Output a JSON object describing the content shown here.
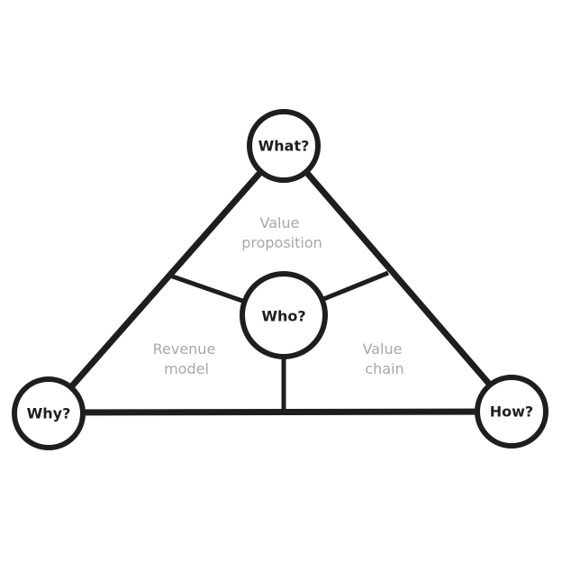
{
  "nodes": {
    "top": "What?",
    "center": "Who?",
    "left": "Why?",
    "right": "How?"
  },
  "regions": {
    "top": [
      "Value",
      "proposition"
    ],
    "left": [
      "Revenue",
      "model"
    ],
    "right": [
      "Value",
      "chain"
    ]
  }
}
